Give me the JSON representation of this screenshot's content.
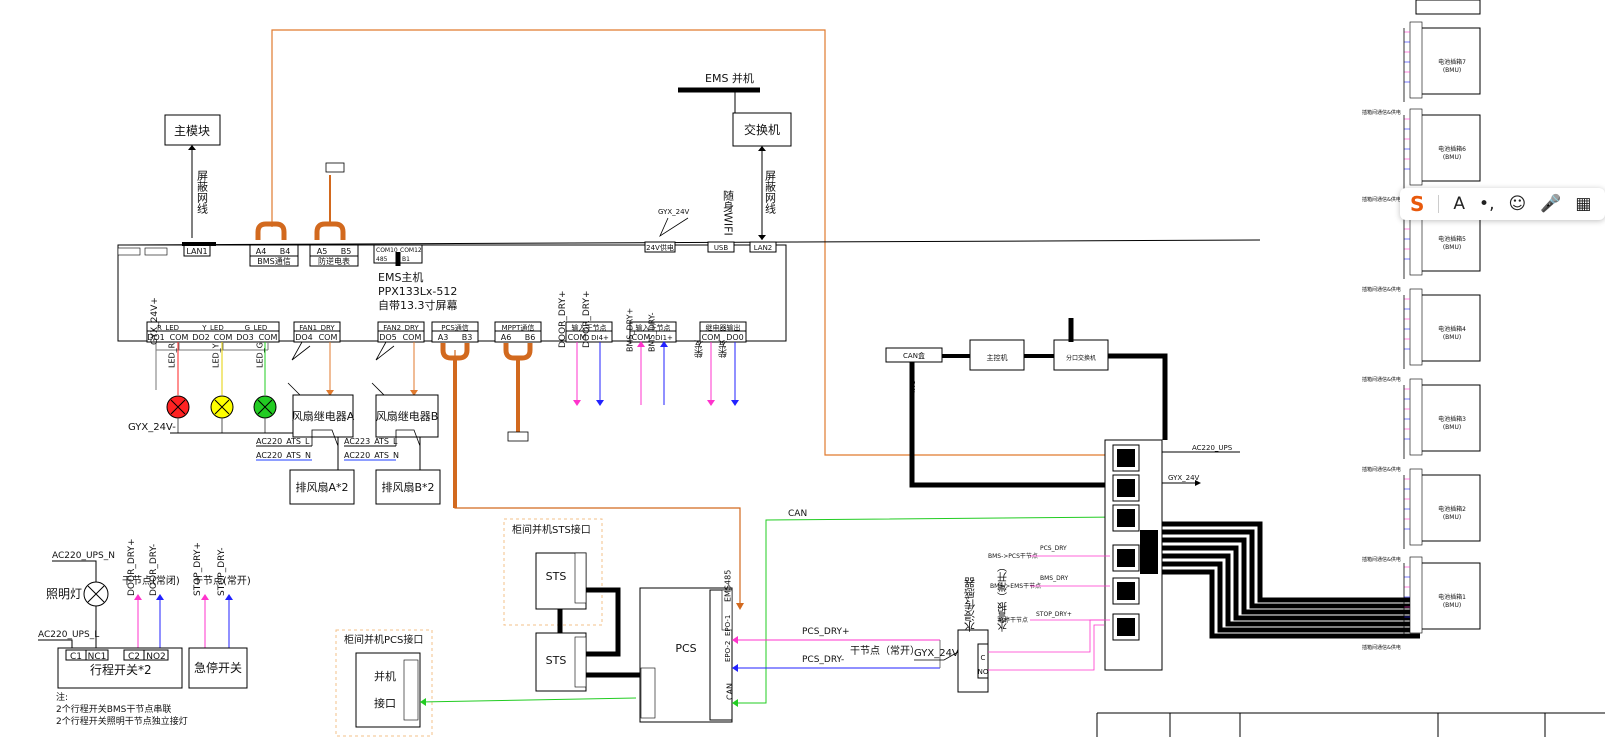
{
  "top": {
    "main_module": "主模块",
    "shield_cable": "屏蔽网线",
    "ems_parallel": "EMS 并机",
    "switch": "交换机",
    "wifi": "随身WIFI",
    "shield_cable2": "屏蔽网线"
  },
  "ems": {
    "lan1": "LAN1",
    "bms_a": "A4",
    "bms_b": "B4",
    "bms": "BMS通信",
    "meter_a": "A5",
    "meter_b": "B5",
    "meter": "防逆电表",
    "com10": "COM10",
    "com12": "COM12",
    "c485": "485",
    "b1": "B1",
    "title1": "EMS主机",
    "title2": "PPX133Lx-512",
    "title3": "自带13.3寸屏幕",
    "gyx24": "GYX_24V",
    "v24": "24V供电",
    "usb": "USB",
    "lan2": "LAN2",
    "r_led": "R_LED",
    "y_led": "Y_LED",
    "g_led": "G_LED",
    "do1": "DO1",
    "do2": "DO2",
    "do3": "DO3",
    "com": "COM",
    "fan1": "FAN1_DRY",
    "do4": "DO4",
    "fan2": "FAN2_DRY",
    "do5": "DO5",
    "pcs_comm": "PCS通信",
    "a3": "A3",
    "b3": "B3",
    "mppt": "MPPT通信",
    "a6": "A6",
    "b6": "B6",
    "in_dry1": "输入干节点",
    "di4": "DI4+",
    "in_dry2": "输入干节点",
    "di1": "DI1+",
    "relay_out": "继电器输出",
    "do0": "DO0"
  },
  "signals": {
    "gyx24p": "GYX_24V+",
    "led_r": "LED_R",
    "led_y": "LED_Y",
    "led_g": "LED_G",
    "gyx24m": "GYX_24V-",
    "door1": "DOOR_DRY+",
    "door2": "DOOR_DRY+",
    "bms1": "BMS_DRY+",
    "bms2": "BMS_DRY-",
    "cf1": "柴发",
    "cf2": "柴发"
  },
  "fans": {
    "relay_a": "风扇继电器A",
    "relay_b": "风扇继电器B",
    "ac_l_a": "AC220_ATS_L",
    "ac_n_a": "AC220_ATS_N",
    "ac_l_b": "AC223_ATS_L",
    "ac_n_b": "AC220_ATS_N",
    "fan_a": "排风扇A*2",
    "fan_b": "排风扇B*2"
  },
  "lower_left": {
    "ac_ups_n": "AC220_UPS_N",
    "light": "照明灯",
    "ac_ups_l": "AC220_UPS_L",
    "dry_nc": "干节点(常闭)",
    "dry_no": "干节点(常开)",
    "door_dry_p": "DOOR_DRY+",
    "door_dry_m": "DOOR_DRY-",
    "stop_dry_p": "STOP_DRY+",
    "stop_dry_m": "STOP_DRY-",
    "c1": "C1",
    "nc1": "NC1",
    "c2": "C2",
    "no2": "NO2",
    "travel": "行程开关*2",
    "estop": "急停开关",
    "note0": "注:",
    "note1": "2个行程开关BMS干节点串联",
    "note2": "2个行程开关照明干节点独立接灯"
  },
  "sts": {
    "title": "柜间并机STS接口",
    "sts1": "STS",
    "sts2": "STS",
    "pcs_title": "柜间并机PCS接口",
    "parallel": "并机",
    "iface": "接口",
    "can_label": "CAN"
  },
  "pcs": {
    "label": "PCS",
    "ems485": "EMS485",
    "pcs_dry_p": "PCS_DRY+",
    "pcs_dry_m": "PCS_DRY-",
    "dry_no": "干节点（常开）",
    "gyx24": "GYX_24V",
    "water": "水浸传感器",
    "water_c": "C",
    "water_no": "NO",
    "alarm": "水警报（常开）",
    "can": "CAN",
    "epo1": "EPO-1",
    "epo2": "EPO-2"
  },
  "right": {
    "ac220_ups": "AC220_UPS",
    "gyx24": "GYX_24V",
    "bms_pcs": "BMS->PCS干节点",
    "ems_dry": "BMS->EMS干节点",
    "pcs_dry": "PCS_DRY",
    "bms_dry": "BMS_DRY",
    "stop_note": "急停干节点",
    "stop_dry": "STOP_DRY+",
    "can_box": "CAN盒",
    "can": "CAN",
    "host": "主控机",
    "switch2": "分口交换机",
    "bmu": [
      "电池插箱7(BMU)",
      "电池插箱6(BMU)",
      "电池插箱5(BMU)",
      "电池插箱4(BMU)",
      "电池插箱3(BMU)",
      "电池插箱2(BMU)",
      "电池插箱1(BMU)"
    ],
    "bmu_comm": "插箱间通信&供电"
  },
  "toolbar": {
    "logo": "S",
    "font": "A",
    "dots": "•,",
    "emoji": "☺",
    "mic": "🎤",
    "grid": "▦"
  },
  "colors": {
    "orange": "#d2691e",
    "green": "#22cc22",
    "red": "#ff2222",
    "yellow": "#ffff00",
    "magenta": "#ff33cc",
    "blue": "#2222ff",
    "black": "#000000"
  }
}
